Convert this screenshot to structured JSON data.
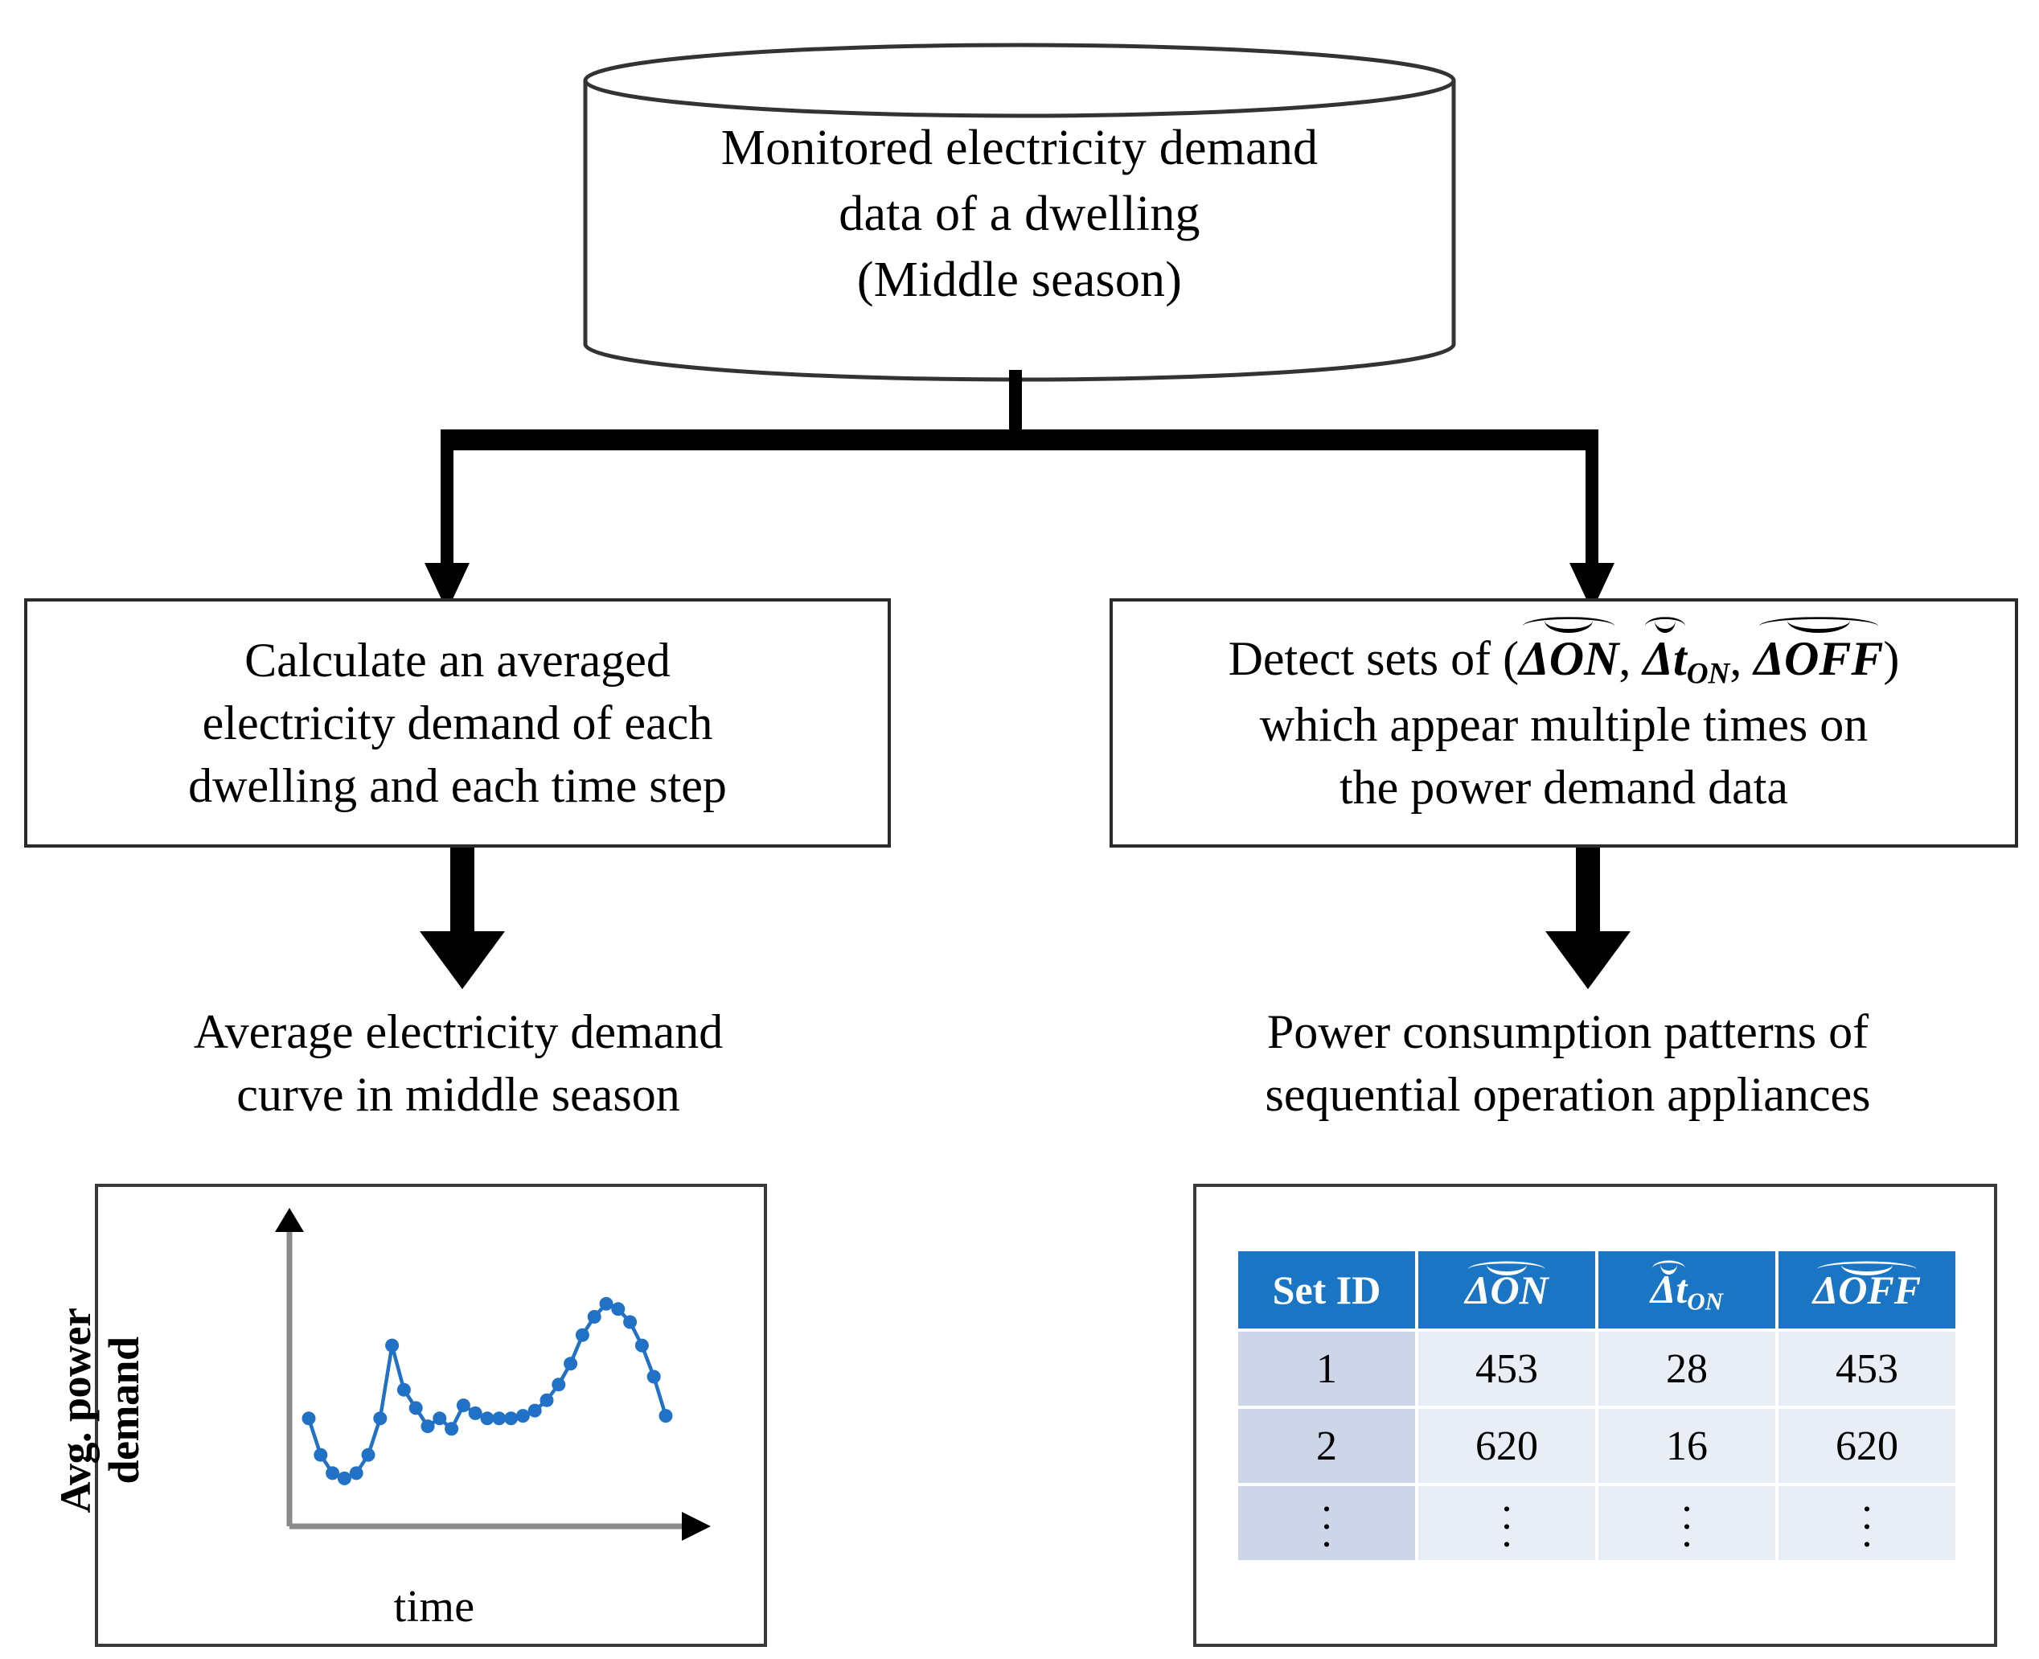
{
  "flow": {
    "source": {
      "shape": "cylinder",
      "lines": [
        "Monitored electricity demand",
        "data of a dwelling",
        "(Middle season)"
      ]
    },
    "branches": [
      {
        "id": "left",
        "process_lines": [
          "Calculate an averaged",
          "electricity demand of each",
          "dwelling and each time step"
        ],
        "result_lines": [
          "Average electricity demand",
          "curve in middle season"
        ]
      },
      {
        "id": "right",
        "process_lines": [
          "Detect sets of (ΔON, Δt_ON, ΔOFF)",
          "which appear multiple times on",
          "the power demand data"
        ],
        "process_line1_prefix": "Detect sets of (",
        "process_line1_sym1": "ΔON",
        "process_line1_sep1": ", ",
        "process_line1_sym2_base": "Δt",
        "process_line1_sym2_sub": "ON",
        "process_line1_sep2": ", ",
        "process_line1_sym3": "ΔOFF",
        "process_line1_suffix": ")",
        "process_line2": "which appear multiple times on",
        "process_line3": "the power demand data",
        "result_lines": [
          "Power consumption patterns of",
          "sequential operation appliances"
        ]
      }
    ]
  },
  "chart_data": {
    "type": "line",
    "title": "",
    "xlabel": "time",
    "ylabel": "Avg. power demand",
    "ylabel_lines": [
      "Avg. power",
      "demand"
    ],
    "grid": false,
    "legend": false,
    "axis_style": "arrow-axes-no-ticks",
    "series": [
      {
        "name": "Average power demand",
        "color": "#2171c7",
        "marker": "circle",
        "x": [
          0,
          1,
          2,
          3,
          4,
          5,
          6,
          7,
          8,
          9,
          10,
          11,
          12,
          13,
          14,
          15,
          16,
          17,
          18,
          19,
          20,
          21,
          22,
          23,
          24,
          25,
          26,
          27,
          28,
          29,
          30
        ],
        "values": [
          34,
          20,
          13,
          11,
          13,
          20,
          34,
          62,
          45,
          38,
          31,
          34,
          30,
          39,
          36,
          34,
          34,
          34,
          35,
          37,
          41,
          47,
          55,
          66,
          73,
          78,
          76,
          71,
          62,
          50,
          35
        ]
      }
    ],
    "ylim": [
      0,
      100
    ],
    "xlim": [
      0,
      30
    ]
  },
  "table_data": {
    "type": "table",
    "columns": [
      {
        "key": "set_id",
        "label": "Set ID",
        "math": false
      },
      {
        "key": "d_on",
        "label": "ΔON",
        "math": true,
        "base": "ΔON",
        "sub": ""
      },
      {
        "key": "d_ton",
        "label": "Δt_ON",
        "math": true,
        "base": "Δt",
        "sub": "ON"
      },
      {
        "key": "d_off",
        "label": "ΔOFF",
        "math": true,
        "base": "ΔOFF",
        "sub": ""
      }
    ],
    "rows": [
      {
        "set_id": "1",
        "d_on": "453",
        "d_ton": "28",
        "d_off": "453"
      },
      {
        "set_id": "2",
        "d_on": "620",
        "d_ton": "16",
        "d_off": "620"
      },
      {
        "set_id": "⋮",
        "d_on": "⋮",
        "d_ton": "⋮",
        "d_off": "⋮"
      }
    ],
    "header_bg": "#1a75c5",
    "header_fg": "#ffffff",
    "id_cell_bg": "#ccd6e8",
    "cell_bg": "#e9edf6"
  },
  "colors": {
    "line_blue": "#2171c7",
    "table_blue": "#1a75c5",
    "stroke": "#2b2b2b",
    "background": "#ffffff"
  }
}
